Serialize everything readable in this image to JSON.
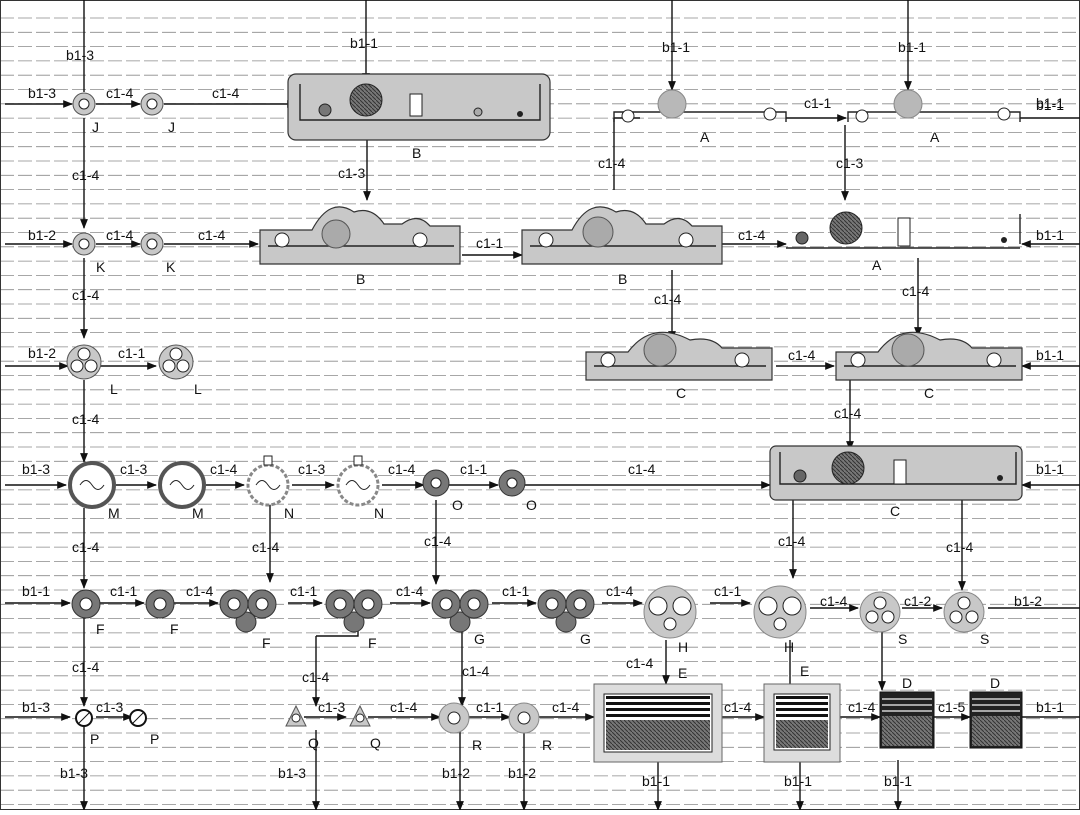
{
  "equipment_labels": {
    "J1": "J",
    "J2": "J",
    "B_top": "B",
    "B_left": "B",
    "B_mid": "B",
    "A1": "A",
    "A2": "A",
    "A_mid": "A",
    "K1": "K",
    "K2": "K",
    "L1": "L",
    "L2": "L",
    "C1": "C",
    "C2": "C",
    "C_big": "C",
    "M1": "M",
    "M2": "M",
    "N1": "N",
    "N2": "N",
    "O1": "O",
    "O2": "O",
    "F1": "F",
    "F2": "F",
    "F3": "F",
    "F4": "F",
    "G1": "G",
    "G2": "G",
    "H1": "H",
    "H2": "H",
    "S1": "S",
    "S2": "S",
    "E1": "E",
    "E2": "E",
    "D1": "D",
    "D2": "D",
    "P1": "P",
    "P2": "P",
    "Q1": "Q",
    "Q2": "Q",
    "R1": "R",
    "R2": "R"
  },
  "stream_labels": [
    "b1-3",
    "b1-1",
    "b1-1",
    "b1-1",
    "b1-3",
    "c1-4",
    "c1-4",
    "b1-1",
    "c1-1",
    "b1-1",
    "c1-3",
    "c1-4",
    "c1-4",
    "c1-3",
    "b1-2",
    "c1-4",
    "c1-4",
    "c1-1",
    "c1-4",
    "b1-1",
    "c1-4",
    "c1-4",
    "c1-4",
    "b1-2",
    "c1-1",
    "c1-4",
    "b1-1",
    "c1-4",
    "c1-4",
    "b1-3",
    "c1-3",
    "c1-4",
    "c1-3",
    "c1-4",
    "c1-1",
    "c1-4",
    "b1-1",
    "c1-4",
    "c1-4",
    "c1-4",
    "c1-4",
    "c1-4",
    "b1-1",
    "c1-1",
    "c1-4",
    "c1-1",
    "c1-4",
    "c1-1",
    "c1-4",
    "c1-1",
    "c1-4",
    "c1-2",
    "b1-2",
    "c1-4",
    "c1-4",
    "c1-4",
    "c1-4",
    "b1-3",
    "c1-3",
    "c1-3",
    "c1-4",
    "c1-1",
    "c1-4",
    "c1-4",
    "c1-4",
    "c1-5",
    "b1-1",
    "b1-3",
    "b1-3",
    "b1-2",
    "b1-2",
    "b1-1",
    "b1-1",
    "b1-1"
  ],
  "colors": {
    "grid": "#8a8a8a",
    "line": "#1a1a1a",
    "unit_fill": "#c8c8c8",
    "dark_fill": "#7a7a7a",
    "mid_fill": "#a8a8a8"
  }
}
